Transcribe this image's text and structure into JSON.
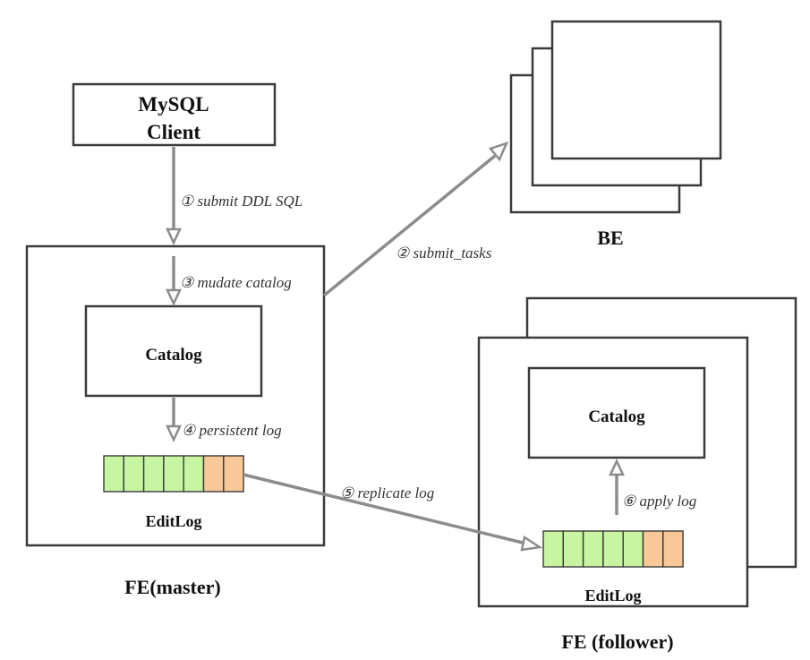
{
  "colors": {
    "log_entry_committed": "#c8f5a2",
    "log_entry_pending": "#f8c898",
    "arrow": "#8c8c8c",
    "border": "#3a3a3a"
  },
  "mysql_client": {
    "line1": "MySQL",
    "line2": "Client"
  },
  "be": {
    "label": "BE"
  },
  "fe_master": {
    "label": "FE(master)",
    "catalog_label": "Catalog",
    "editlog_label": "EditLog",
    "editlog_entries": [
      "committed",
      "committed",
      "committed",
      "committed",
      "committed",
      "pending",
      "pending"
    ]
  },
  "fe_follower": {
    "label": "FE (follower)",
    "catalog_label": "Catalog",
    "editlog_label": "EditLog",
    "editlog_entries": [
      "committed",
      "committed",
      "committed",
      "committed",
      "committed",
      "pending",
      "pending"
    ]
  },
  "steps": {
    "s1": "① submit DDL SQL",
    "s2": "② submit_tasks",
    "s3": "③ mudate catalog",
    "s4": "④ persistent log",
    "s5": "⑤ replicate log",
    "s6": "⑥ apply log"
  }
}
